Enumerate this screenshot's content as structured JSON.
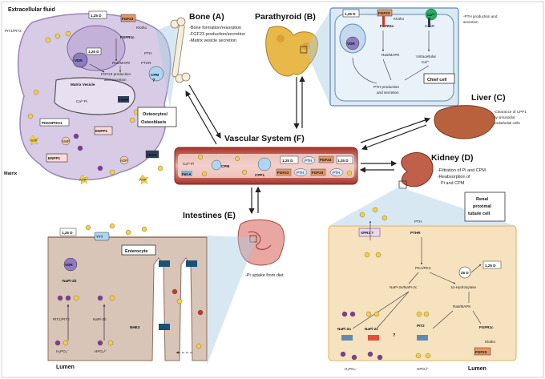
{
  "sections": {
    "extracellular": "Extracellular fluid",
    "bone_title": "Bone (A)",
    "bone_lines": [
      "-Bone formation/resorption",
      "-FGF23 production/secretion",
      "-Matrix vesicle secretion"
    ],
    "parathyroid_title": "Parathyroid (B)",
    "parathyroid_note": [
      "-PTH production and",
      "secretion"
    ],
    "chief_cell": "Chief cell",
    "liver_title": "Liver (C)",
    "liver_lines": [
      "-Clearance of CPP1",
      "by sinusoidal",
      "endothelial cells"
    ],
    "kidney_title": "Kidney (D)",
    "kidney_lines": [
      "-Filtration of Pi and CPM",
      "-Reabsorption of",
      "Pi and CPM"
    ],
    "vascular_title": "Vascular System (F)",
    "intestines_title": "Intestines (E)",
    "intestines_note": "-Pi uptake from diet",
    "osteocytes": [
      "Osteocytes/",
      "Osteoblasts"
    ],
    "enterocyte": "Enterocyte",
    "renal_cell": [
      "Renal",
      "proximal",
      "tubule cell"
    ],
    "lumen": "Lumen",
    "matrix": "Matrix",
    "matrix_vesicle": "Matrix Vesicle"
  },
  "labels": {
    "d125": "1,25 D",
    "d25": "25 D",
    "fgf23": "FGF23",
    "klotho": "Klotho",
    "fgfr1c": "FGFR1c",
    "vdr": "VDR",
    "pth": "PTH",
    "pthr": "PTHR",
    "casr": "CaSR",
    "cpm": "CPM",
    "cpp1": "CPP1",
    "fet_a": "Fet-A",
    "ca_pi": "Ca²⁺Pi",
    "pit": "PIT1/PIT2",
    "phospho1": "PHOSPHO1",
    "enpp1": "ENPP1",
    "tnap": "TNAP",
    "atp": "ATP",
    "amp": "AMP",
    "adp": "ADP",
    "pi": "Pi",
    "ppi": "PPi",
    "ras_mapk": "Ras/MAPK",
    "fgf23_prod": [
      "FGF23 production",
      "and secretion"
    ],
    "pth_prod": [
      "PTH production",
      "and secretion"
    ],
    "intracell_ca": [
      "↑Intracellular",
      "Ca²⁺"
    ],
    "napi2b": "NaPi-2b",
    "napi2b_up": "↑NaPi-2b",
    "nhe3": "NHE3",
    "q3": "???",
    "xpr1": "XPR1 ?",
    "pka_pkc": "PKA/PKC",
    "napi2a2c": "NaPi-2a/NaPi-2c",
    "napi2a": "NaPi-2a",
    "napi2c": "NaPi-2c",
    "pit2": "PIT2",
    "hydroxylase": "1α-Hydroxylase",
    "h2po4": "H₂PO₄⁻",
    "hpo4": "HPO₄²⁻",
    "ca2": "Ca²⁺",
    "q": "?"
  },
  "colors": {
    "bone_cell": "#d8cbe6",
    "parathyroid_cell": "#dce9f5",
    "enterocyte": "#d9c4b8",
    "renal_cell": "#f7e2bf",
    "vessel": "#c0392b",
    "pi_dot": "#f4d03f",
    "ppi_dot": "#7d3c98",
    "fgf23": "#e59866",
    "callout": "#a9cce3"
  },
  "icons": [
    "bone-icon",
    "parathyroid-gland-icon",
    "liver-icon",
    "kidney-icon",
    "intestine-icon",
    "blood-vessel-icon"
  ]
}
